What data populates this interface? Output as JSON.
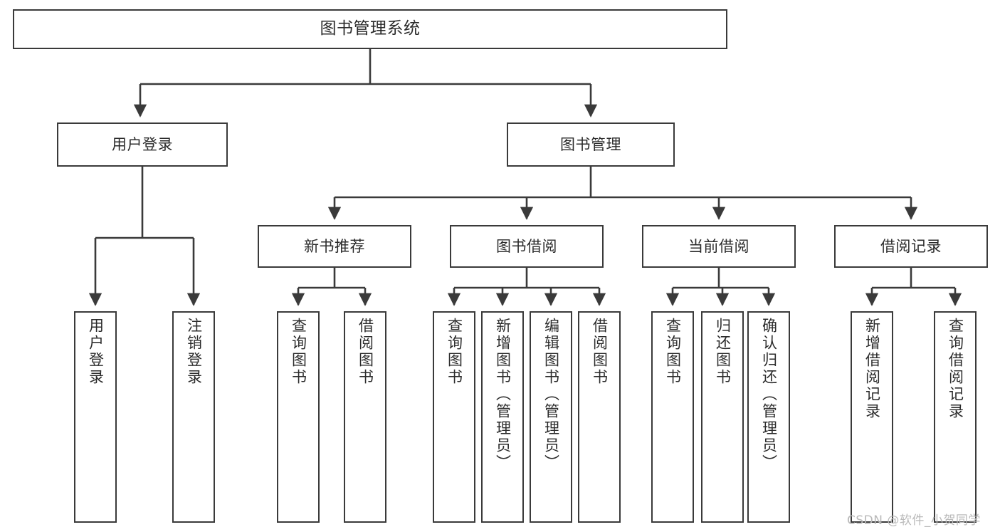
{
  "diagram": {
    "title": "图书管理系统",
    "type": "hierarchy-tree",
    "stroke_color": "#3a3a3a",
    "fill_color": "#ffffff",
    "text_color": "#2b2b2b",
    "background": "#ffffff",
    "root": {
      "label": "图书管理系统"
    },
    "level2": [
      {
        "label": "用户登录"
      },
      {
        "label": "图书管理"
      }
    ],
    "level3": [
      {
        "label": "新书推荐"
      },
      {
        "label": "图书借阅"
      },
      {
        "label": "当前借阅"
      },
      {
        "label": "借阅记录"
      }
    ],
    "leaves": {
      "user_login": [
        {
          "label": "用户登录"
        },
        {
          "label": "注销登录"
        }
      ],
      "new_book_recommend": [
        {
          "label": "查询图书"
        },
        {
          "label": "借阅图书"
        }
      ],
      "book_borrow": [
        {
          "label": "查询图书"
        },
        {
          "label": "新增图书（管理员）"
        },
        {
          "label": "编辑图书（管理员）"
        },
        {
          "label": "借阅图书"
        }
      ],
      "current_borrow": [
        {
          "label": "查询图书"
        },
        {
          "label": "归还图书"
        },
        {
          "label": "确认归还（管理员）"
        }
      ],
      "borrow_record": [
        {
          "label": "新增借阅记录"
        },
        {
          "label": "查询借阅记录"
        }
      ]
    }
  },
  "watermark": {
    "text": "CSDN @软件_小贺同学"
  }
}
